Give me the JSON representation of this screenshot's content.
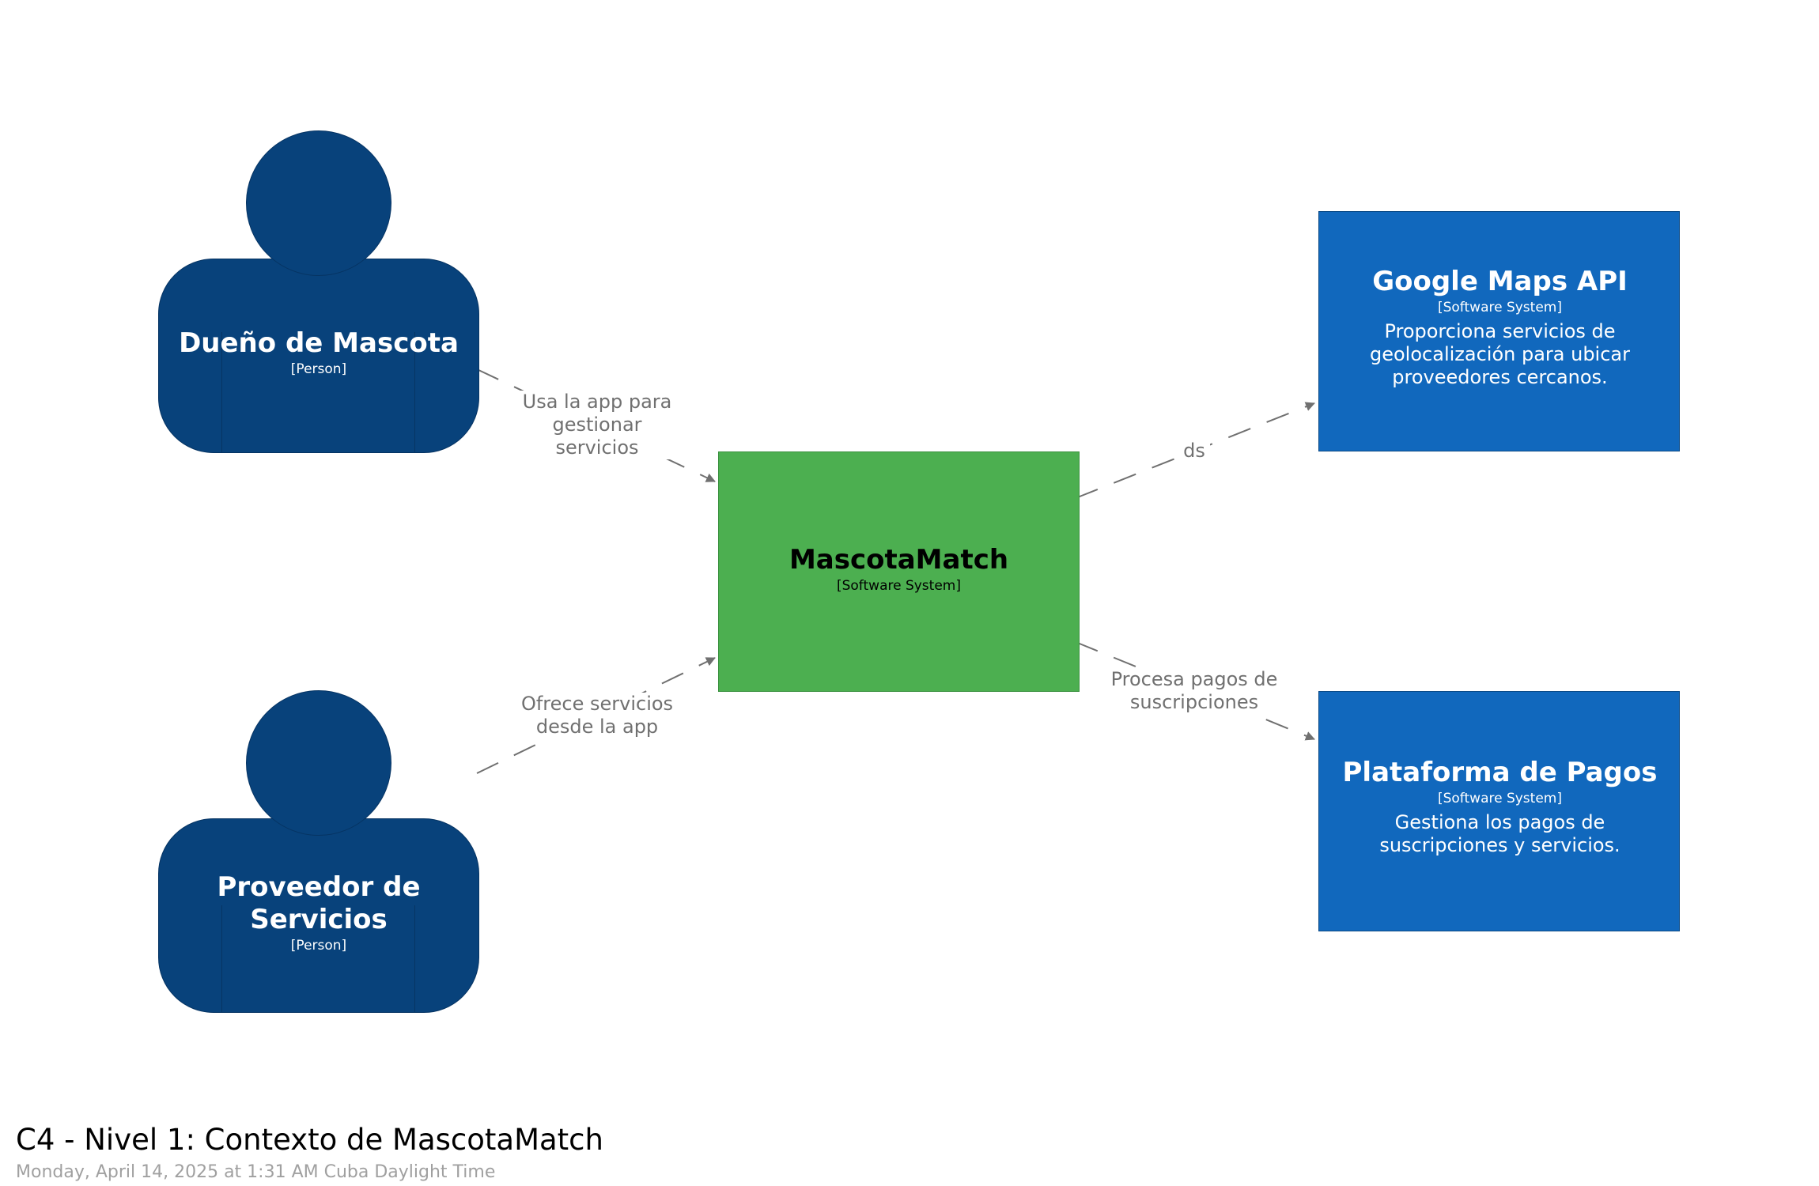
{
  "title": "C4 - Nivel 1: Contexto de MascotaMatch",
  "timestamp": "Monday, April 14, 2025 at 1:31 AM Cuba Daylight Time",
  "colors": {
    "person": "#08427b",
    "main_system": "#4caf50",
    "external_system": "#1168bd",
    "edge": "#707070"
  },
  "persons": [
    {
      "id": "dueno",
      "name": "Dueño de Mascota",
      "type": "[Person]"
    },
    {
      "id": "proveedor",
      "name": "Proveedor de Servicios",
      "type": "[Person]"
    }
  ],
  "systems": {
    "main": {
      "name": "MascotaMatch",
      "type": "[Software System]"
    },
    "maps": {
      "name": "Google Maps API",
      "type": "[Software System]",
      "description": "Proporciona servicios de geolocalización para ubicar proveedores cercanos."
    },
    "pagos": {
      "name": "Plataforma de Pagos",
      "type": "[Software System]",
      "description": "Gestiona los pagos de suscripciones y servicios."
    }
  },
  "relationships": [
    {
      "from": "Dueño de Mascota",
      "to": "MascotaMatch",
      "label": "Usa la app para gestionar servicios"
    },
    {
      "from": "Proveedor de Servicios",
      "to": "MascotaMatch",
      "label": "Ofrece servicios desde la app"
    },
    {
      "from": "MascotaMatch",
      "to": "Google Maps API",
      "label": "ds"
    },
    {
      "from": "MascotaMatch",
      "to": "Plataforma de Pagos",
      "label": "Procesa pagos de suscripciones"
    }
  ]
}
